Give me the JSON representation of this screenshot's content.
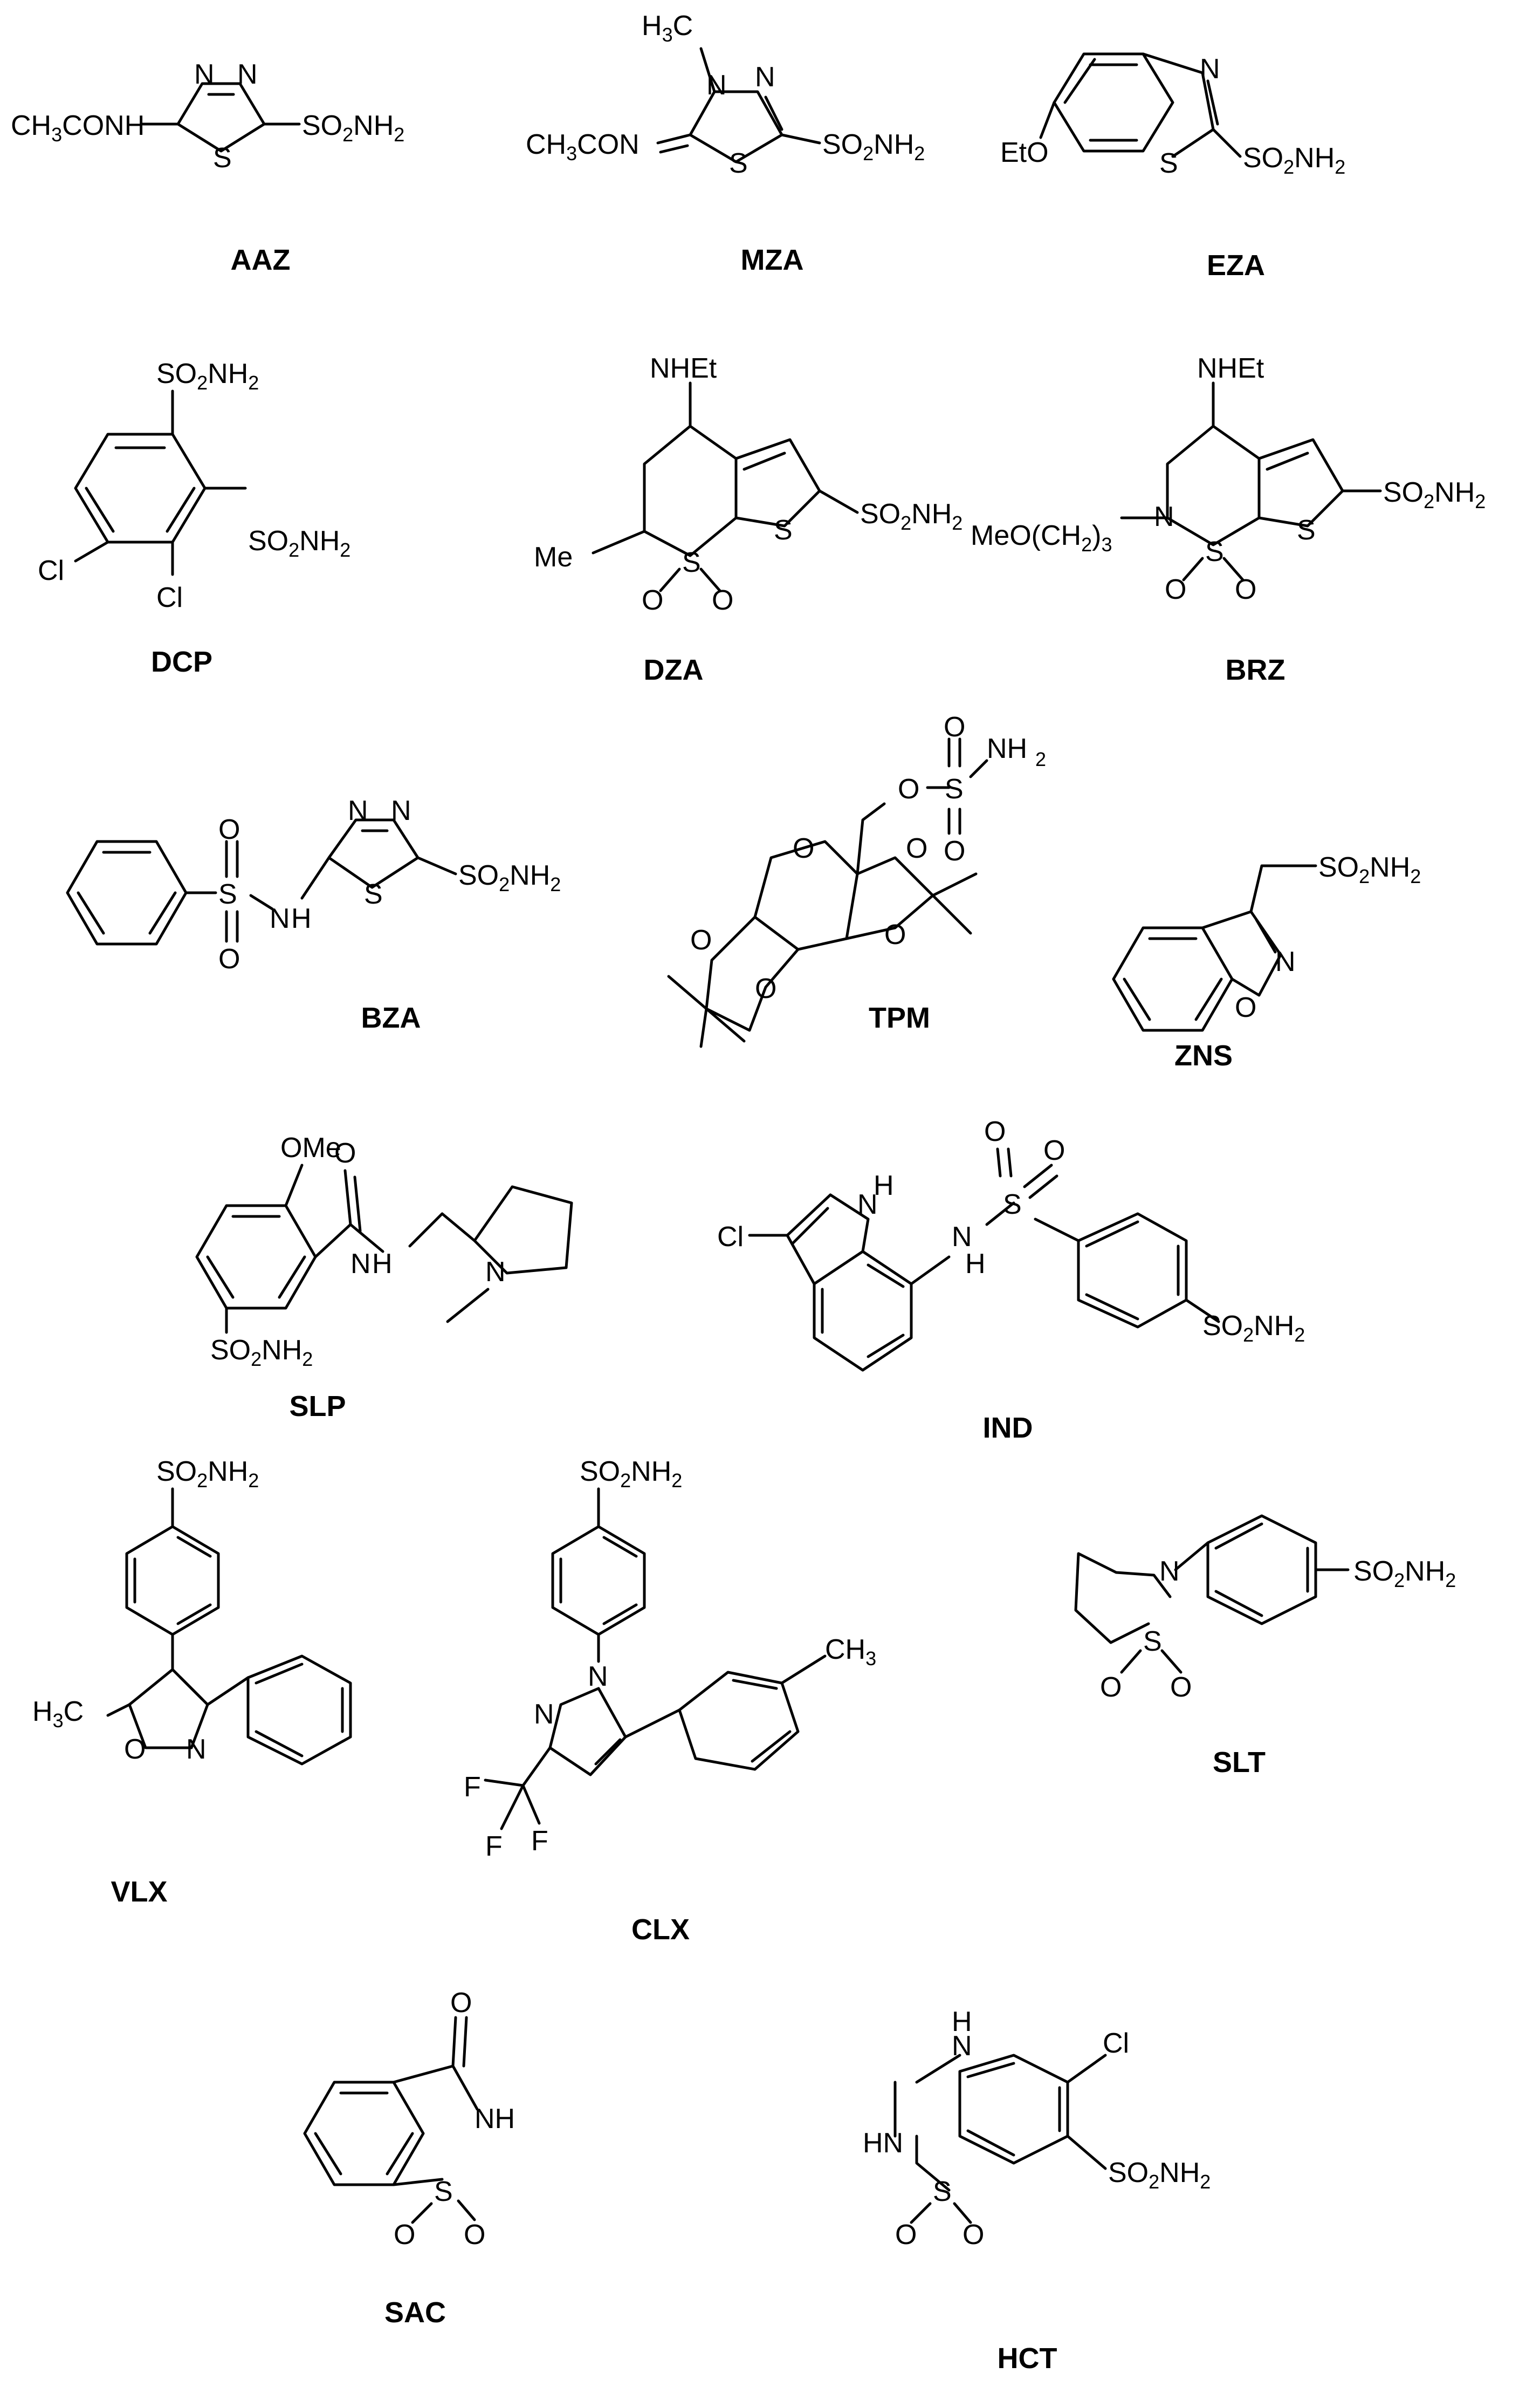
{
  "compounds": [
    {
      "code": "AAZ"
    },
    {
      "code": "MZA"
    },
    {
      "code": "EZA"
    },
    {
      "code": "DCP"
    },
    {
      "code": "DZA"
    },
    {
      "code": "BRZ"
    },
    {
      "code": "BZA"
    },
    {
      "code": "TPM"
    },
    {
      "code": "ZNS"
    },
    {
      "code": "SLP"
    },
    {
      "code": "IND"
    },
    {
      "code": "VLX"
    },
    {
      "code": "CLX"
    },
    {
      "code": "SLT"
    },
    {
      "code": "SAC"
    },
    {
      "code": "HCT"
    }
  ],
  "atoms": {
    "ch3conh": "CH3CONH",
    "ch3con": "CH3CON",
    "h3c": "H3C",
    "ch3": "CH3",
    "so2nh2": "SO2NH2",
    "s": "S",
    "n": "N",
    "nh": "NH",
    "hn": "HN",
    "h": "H",
    "o": "O",
    "cl": "Cl",
    "f": "F",
    "eto": "EtO",
    "me": "Me",
    "ome": "OMe",
    "nhet": "NHEt",
    "meo_ch2_3": "MeO(CH2)3"
  }
}
